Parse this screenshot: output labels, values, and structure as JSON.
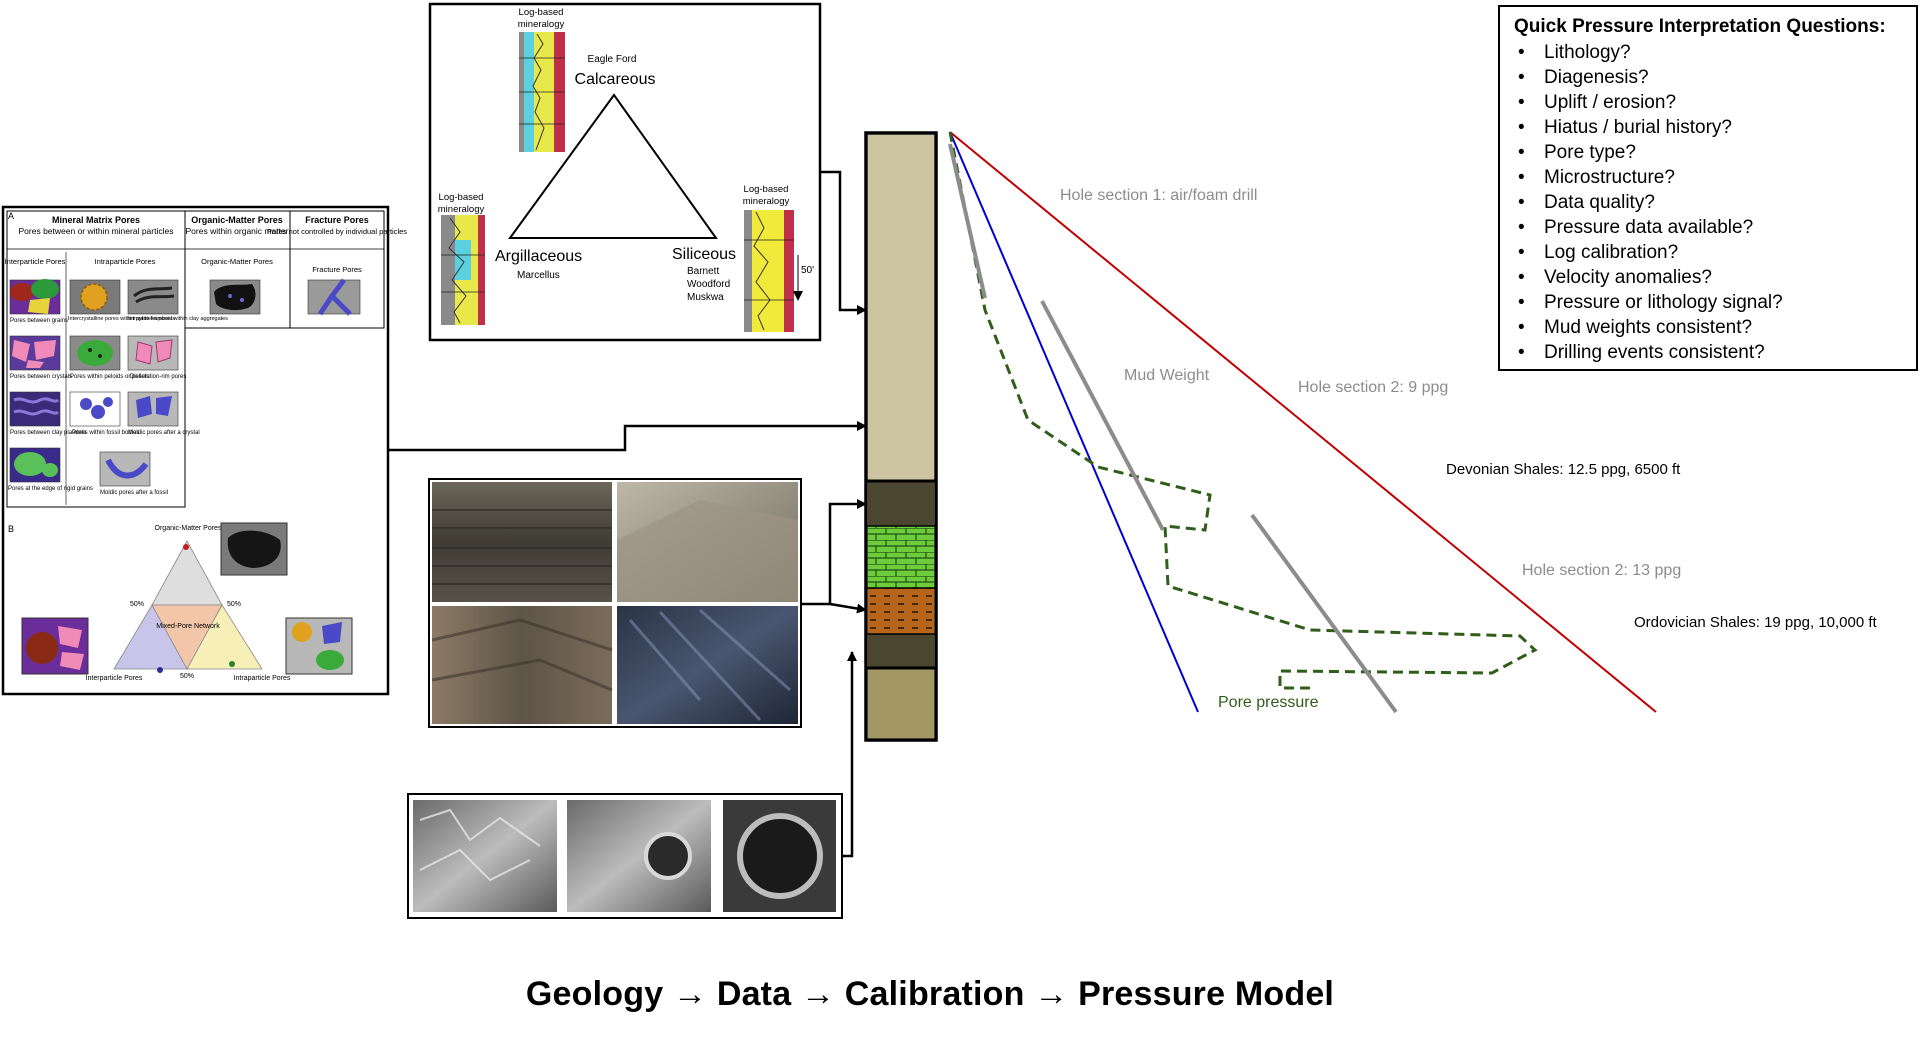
{
  "mineralogy": {
    "log_label_line1": "Log-based",
    "log_label_line2": "mineralogy",
    "apex_small": "Eagle Ford",
    "apex_top": "Calcareous",
    "vertex_left": "Argillaceous",
    "vertex_left_sub": "Marcellus",
    "vertex_right": "Siliceous",
    "vertex_right_sub": [
      "Barnett",
      "Woodford",
      "Muskwa"
    ],
    "scale": "50'"
  },
  "pores": {
    "panel_a": "A",
    "panel_b": "B",
    "col1_title": "Mineral Matrix Pores",
    "col1_sub": "Pores between or within mineral particles",
    "col2_title": "Organic-Matter Pores",
    "col2_sub": "Pores within organic matter",
    "col3_title": "Fracture Pores",
    "col3_sub": "Pores not controlled by individual particles",
    "interparticle": "Interparticle Pores",
    "intraparticle": "Intraparticle Pores",
    "om_pores": "Organic-Matter Pores",
    "fracture_pores": "Fracture Pores",
    "items": [
      "Pores between grains",
      "Intercrystalline pores within pyrite framboids",
      "Intraplatelet pores within clay aggregates",
      "Pores between crystals",
      "Pores within peloids or pellets",
      "Dissolution-rim pores",
      "Pores between clay platelets",
      "Pores within fossil bodies",
      "Moldic pores after a crystal",
      "Pores at the edge of rigid grains",
      "Moldic pores after a fossil"
    ],
    "tern_top": "Organic-Matter Pores",
    "tern_center": "Mixed-Pore Network",
    "tern_left": "Interparticle Pores",
    "tern_right": "Intraparticle Pores",
    "pct": "50%"
  },
  "questions": {
    "title": "Quick Pressure Interpretation Questions:",
    "bullet": "•",
    "items": [
      "Lithology?",
      "Diagenesis?",
      "Uplift / erosion?",
      "Hiatus / burial history?",
      "Pore type?",
      "Microstructure?",
      "Data quality?",
      "Pressure data available?",
      "Log calibration?",
      "Velocity anomalies?",
      "Pressure or lithology signal?",
      "Mud weights consistent?",
      "Drilling events consistent?"
    ]
  },
  "pressure_plot": {
    "hole_section_1": "Hole section 1: air/foam drill",
    "mud_weight": "Mud Weight",
    "hole_section_2a": "Hole section 2: 9 ppg",
    "devonian": "Devonian Shales: 12.5 ppg, 6500 ft",
    "hole_section_2b": "Hole section 2: 13 ppg",
    "ordovician": "Ordovician Shales: 19 ppg, 10,000 ft",
    "pore_pressure": "Pore pressure",
    "colors": {
      "red_line": "#c00000",
      "blue_line": "#0000cc",
      "pore_pressure": "#2e5e1a",
      "mud_weight": "#8c8c8c",
      "label_gray": "#8c8c8c"
    }
  },
  "column": {
    "colors": {
      "tan": "#cdc4a0",
      "dark": "#4a4630",
      "green": "#6ecc3c",
      "brown": "#b6651a",
      "olive": "#a39763"
    }
  },
  "workflow": "Geology → Data → Calibration → Pressure Model"
}
